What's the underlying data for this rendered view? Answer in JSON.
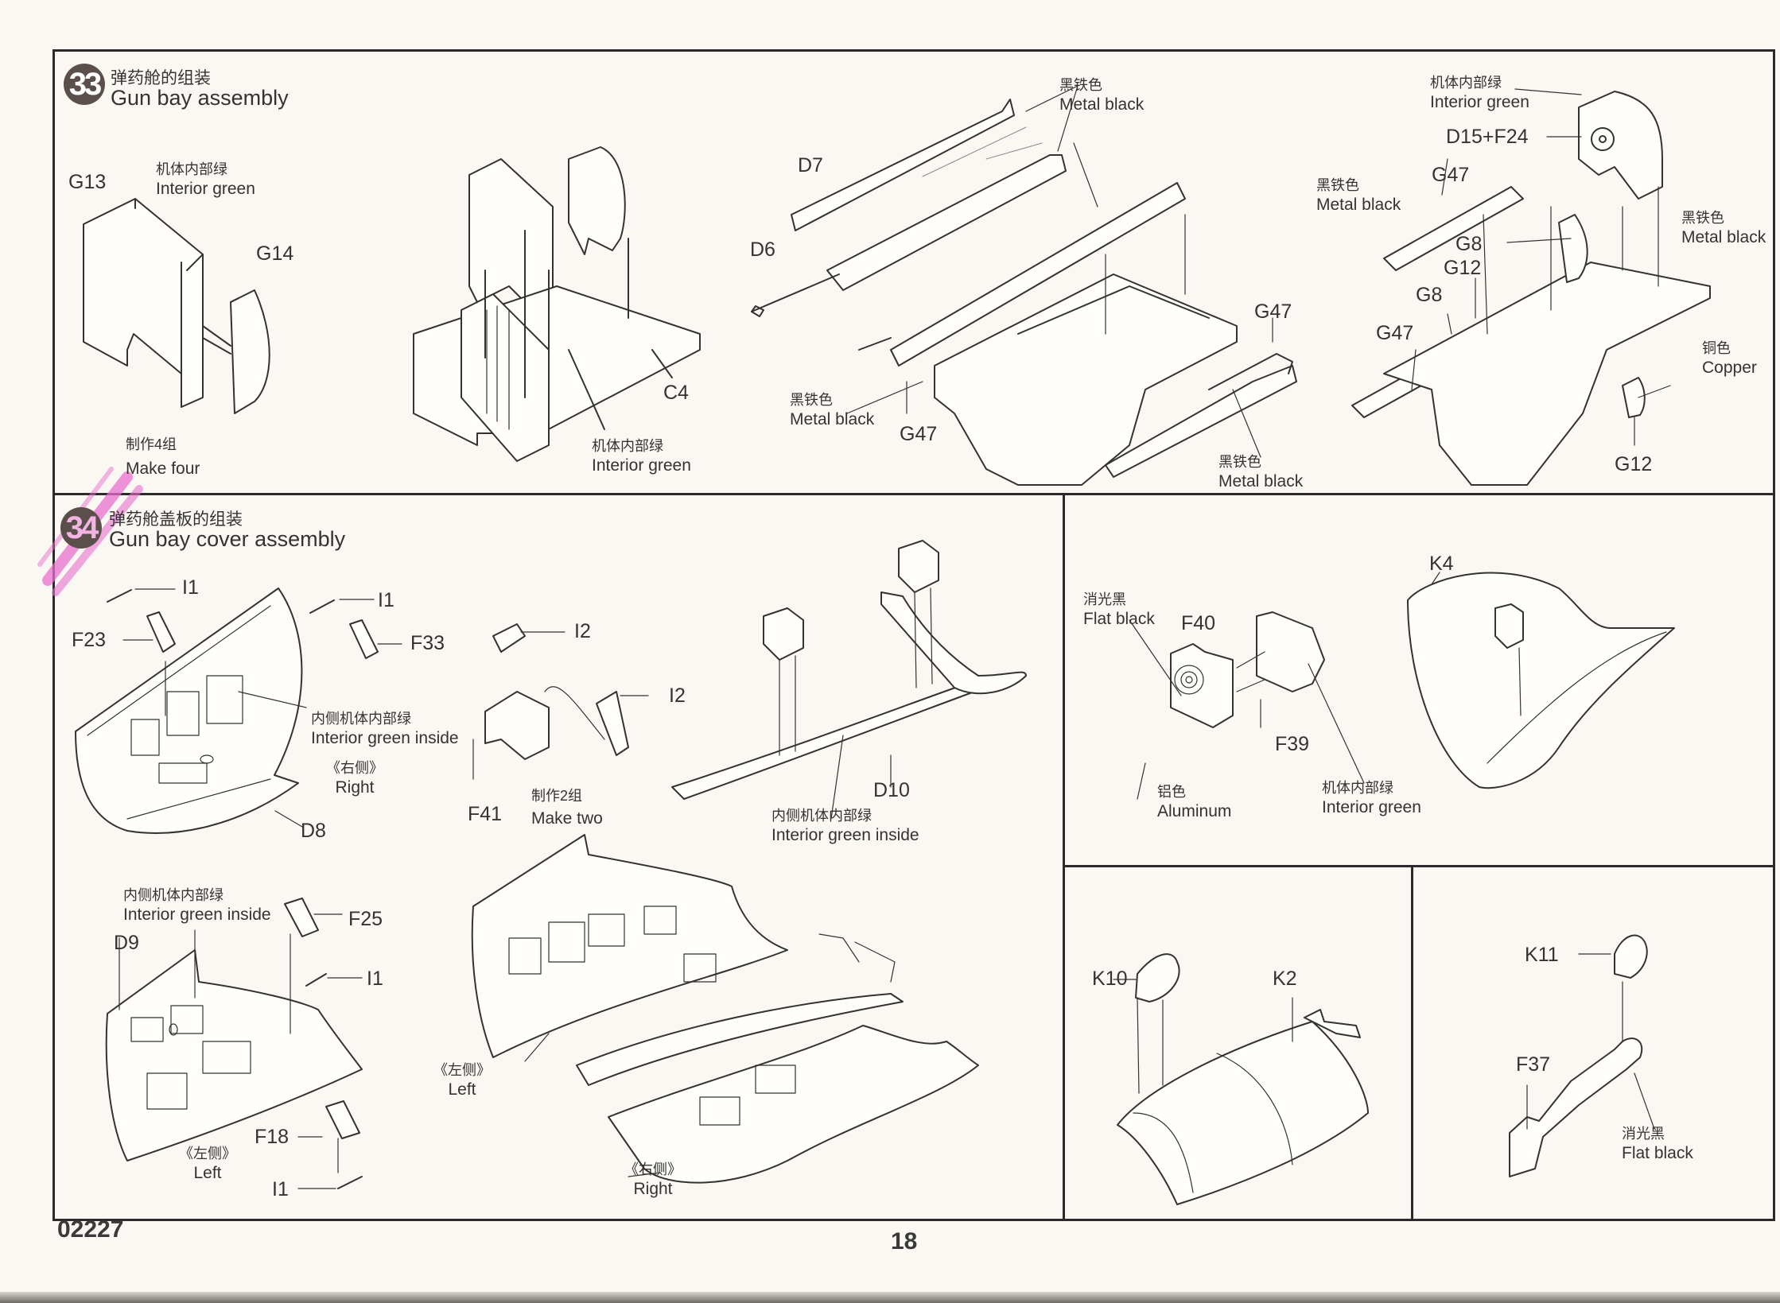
{
  "document": {
    "kit_code": "02227",
    "page_number": "18"
  },
  "step33": {
    "number": "33",
    "title_cn": "弹药舱的组装",
    "title_en": "Gun bay assembly",
    "parts": {
      "g13": "G13",
      "g14": "G14",
      "c4": "C4",
      "d7": "D7",
      "d6": "D6",
      "g47_a": "G47",
      "g47_b": "G47",
      "g47_c": "G47",
      "g47_d": "G47",
      "d15f24": "D15+F24",
      "g8_a": "G8",
      "g8_b": "G8",
      "g12_a": "G12",
      "g12_b": "G12"
    },
    "notes": {
      "interior_green_1": {
        "cn": "机体内部绿",
        "en": "Interior green"
      },
      "make_four": {
        "cn": "制作4组",
        "en": "Make four"
      },
      "interior_green_2": {
        "cn": "机体内部绿",
        "en": "Interior green"
      },
      "metal_black_1": {
        "cn": "黑铁色",
        "en": "Metal black"
      },
      "metal_black_2": {
        "cn": "黑铁色",
        "en": "Metal black"
      },
      "metal_black_3": {
        "cn": "黑铁色",
        "en": "Metal black"
      },
      "interior_green_3": {
        "cn": "机体内部绿",
        "en": "Interior green"
      },
      "metal_black_4": {
        "cn": "黑铁色",
        "en": "Metal black"
      },
      "metal_black_5": {
        "cn": "黑铁色",
        "en": "Metal black"
      },
      "copper": {
        "cn": "铜色",
        "en": "Copper"
      }
    }
  },
  "step34": {
    "number": "34",
    "title_cn": "弹药舱盖板的组装",
    "title_en": "Gun bay cover assembly",
    "parts": {
      "i1_a": "I1",
      "i1_b": "I1",
      "i1_c": "I1",
      "i1_d": "I1",
      "f23": "F23",
      "f33": "F33",
      "d8": "D8",
      "i2_a": "I2",
      "i2_b": "I2",
      "f41": "F41",
      "d10": "D10",
      "d9": "D9",
      "f25": "F25",
      "f18": "F18",
      "f40": "F40",
      "f39": "F39",
      "k4": "K4",
      "k10": "K10",
      "k2": "K2",
      "k11": "K11",
      "f37": "F37"
    },
    "notes": {
      "interior_green_inside_1": {
        "cn": "内侧机体内部绿",
        "en": "Interior green inside"
      },
      "right_1": {
        "cn": "《右侧》",
        "en": "Right"
      },
      "make_two": {
        "cn": "制作2组",
        "en": "Make two"
      },
      "interior_green_inside_2": {
        "cn": "内侧机体内部绿",
        "en": "Interior green inside"
      },
      "interior_green_inside_3": {
        "cn": "内侧机体内部绿",
        "en": "Interior green inside"
      },
      "left_1": {
        "cn": "《左侧》",
        "en": "Left"
      },
      "left_2": {
        "cn": "《左侧》",
        "en": "Left"
      },
      "right_2": {
        "cn": "《右侧》",
        "en": "Right"
      },
      "flat_black_1": {
        "cn": "消光黑",
        "en": "Flat black"
      },
      "aluminum": {
        "cn": "铝色",
        "en": "Aluminum"
      },
      "interior_green_4": {
        "cn": "机体内部绿",
        "en": "Interior green"
      },
      "flat_black_2": {
        "cn": "消光黑",
        "en": "Flat black"
      }
    }
  },
  "colors": {
    "paper": "#fbf8f3",
    "ink": "#2b2b2b",
    "badge": "#5a4f4b",
    "highlighter": "#e86fcf"
  }
}
